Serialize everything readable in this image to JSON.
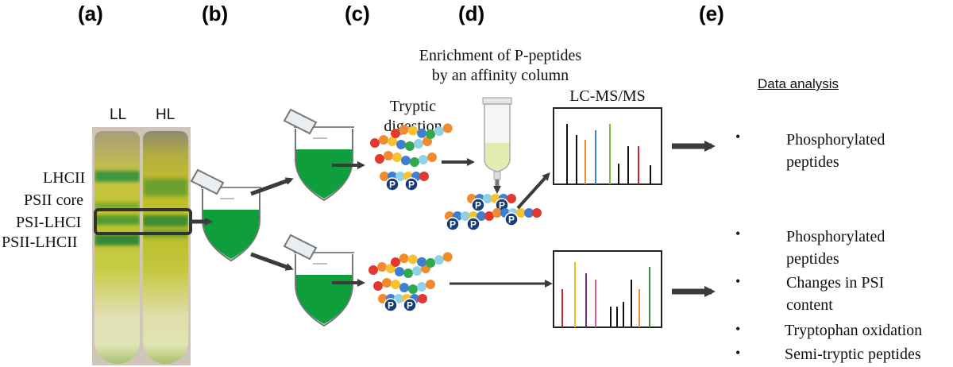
{
  "panels": {
    "a": "(a)",
    "b": "(b)",
    "c": "(c)",
    "d": "(d)",
    "e": "(e)"
  },
  "gel": {
    "lane_left": "LL",
    "lane_right": "HL",
    "bands": [
      "LHCII",
      "PSII core",
      "PSI-LHCI",
      "PSII-LHCII"
    ]
  },
  "digestion_label": "Tryptic\ndigestion",
  "phospho_symbol": "P",
  "enrichment_label": "Enrichment of P-peptides\nby an affinity column",
  "lcms_label": "LC-MS/MS",
  "analysis": {
    "title": "Data analysis",
    "bullet": "•",
    "top_items": [
      "Phosphorylated\npeptides"
    ],
    "bottom_items": [
      "Phosphorylated\npeptides",
      "Changes in PSI\ncontent",
      "Tryptophan oxidation",
      "Semi-tryptic peptides"
    ]
  },
  "colors": {
    "green": "#0d9b3a",
    "gel_yellow": "#c8c43a",
    "arrow": "#3b3b3b"
  }
}
